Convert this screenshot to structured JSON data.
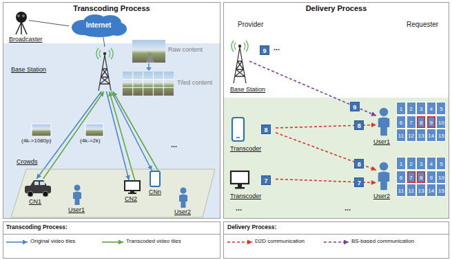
{
  "diagram": {
    "nodes": [
      {
        "text": [
          "Transcoding Process"
        ]
      },
      {
        "text": [
          "Broadcaster"
        ],
        "in": 0
      },
      {
        "text": [
          "Internet"
        ],
        "in": 0
      },
      {
        "text": [
          "Base Station"
        ],
        "in": 0
      },
      {
        "text": [
          "Crowds"
        ],
        "in": 0
      },
      {
        "text": [
          "CN1"
        ],
        "in": 4
      },
      {
        "text": [
          "User1"
        ],
        "in": 4
      },
      {
        "text": [
          "CN2"
        ],
        "in": 4
      },
      {
        "text": [
          "CNn"
        ],
        "in": 4
      },
      {
        "text": [
          "User2"
        ],
        "in": 4
      },
      {
        "text": [
          "Delivery Process"
        ]
      },
      {
        "text": [
          "Base Station"
        ],
        "in": 10
      },
      {
        "text": [
          "Transcoder"
        ],
        "in": 10
      },
      {
        "text": [
          "Transcoder"
        ],
        "in": 10
      },
      {
        "text": [
          "User1"
        ],
        "in": 10
      },
      {
        "text": [
          "User2"
        ],
        "in": 10
      }
    ],
    "edges": [
      {
        "from": 1,
        "to": 2,
        "arrow": "none"
      },
      {
        "from": 2,
        "to": 3,
        "arrow": "none"
      },
      {
        "from": 3,
        "to": 5,
        "arrow": "to"
      },
      {
        "from": 5,
        "to": 3,
        "arrow": "to"
      },
      {
        "from": 3,
        "to": 7,
        "arrow": "to"
      },
      {
        "from": 7,
        "to": 3,
        "arrow": "to"
      },
      {
        "from": 3,
        "to": 8,
        "arrow": "to"
      },
      {
        "from": 8,
        "to": 3,
        "arrow": "to"
      },
      {
        "from": 11,
        "to": 14,
        "label": "9",
        "arrow": "to"
      },
      {
        "from": 12,
        "to": 14,
        "label": "8",
        "arrow": "to"
      },
      {
        "from": 12,
        "to": 15,
        "label": "8",
        "arrow": "to"
      },
      {
        "from": 13,
        "to": 15,
        "label": "7",
        "arrow": "to"
      }
    ],
    "labels": [
      "Raw content",
      "Tiled content",
      "(4k->1080p)",
      "(4k->2k)",
      "...",
      "Provider",
      "Requester",
      "9",
      "...",
      "8",
      "7",
      "1",
      "2",
      "3",
      "4",
      "5",
      "6",
      "7",
      "8",
      "9",
      "10",
      "11",
      "12",
      "13",
      "14",
      "15",
      "1",
      "2",
      "3",
      "4",
      "5",
      "6",
      "7",
      "8",
      "9",
      "10",
      "11",
      "12",
      "13",
      "14",
      "15",
      "...",
      "...",
      "Transcoding Process:",
      "Delivery Process:"
    ],
    "legend": [
      {
        "text": "Original video tiles"
      },
      {
        "text": "Transcoded video tiles"
      },
      {
        "text": "D2D communication"
      },
      {
        "text": "BS-based communication"
      }
    ]
  }
}
